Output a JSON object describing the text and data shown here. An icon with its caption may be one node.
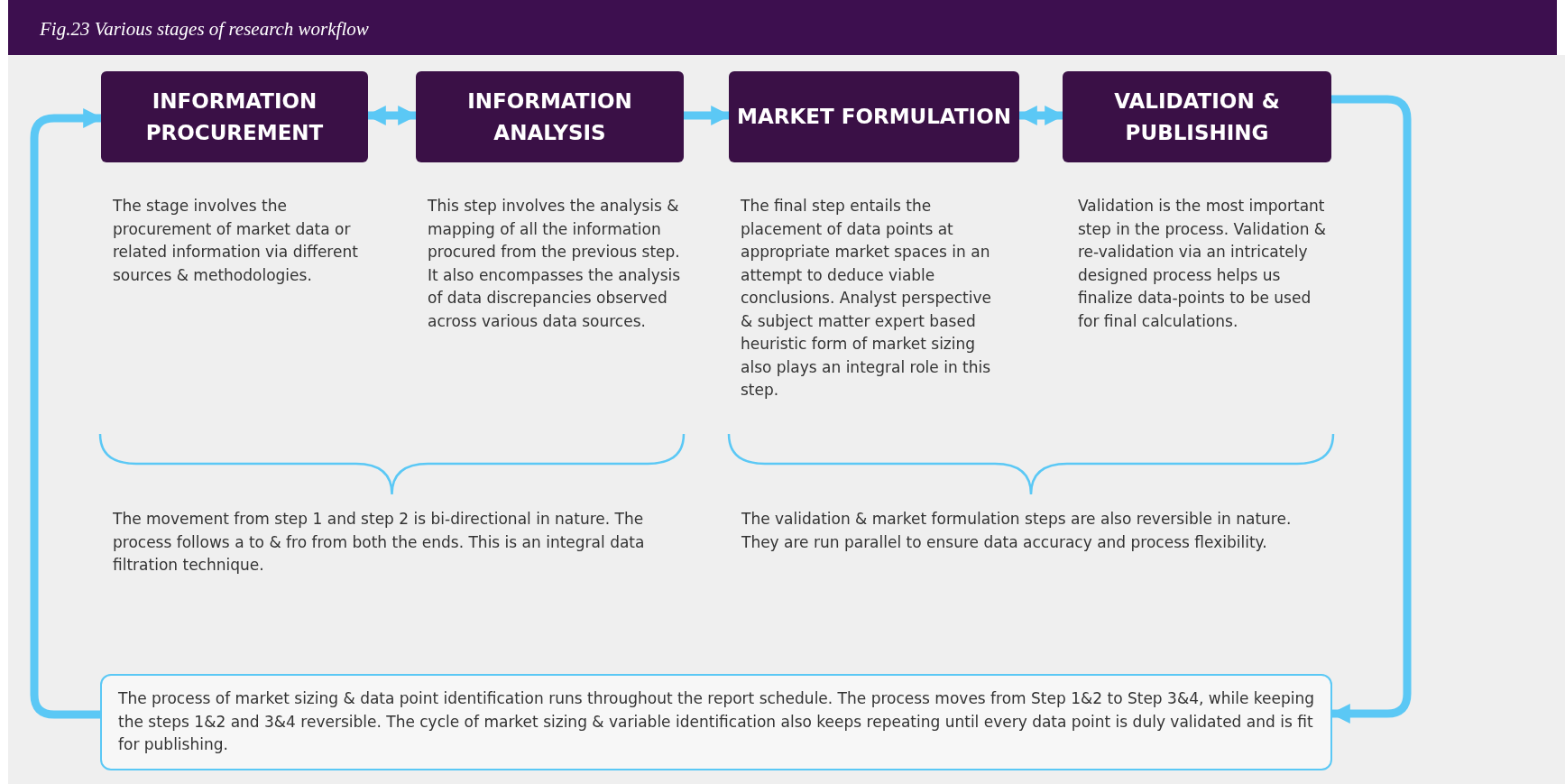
{
  "diagram": {
    "title": "Fig.23  Various stages of research workflow",
    "nodes": [
      {
        "text": [
          "INFORMATION PROCUREMENT"
        ],
        "beside": [
          "The stage involves the procurement of market data or related information via different sources & methodologies."
        ]
      },
      {
        "text": [
          "INFORMATION ANALYSIS"
        ],
        "beside": [
          "This step involves the analysis & mapping of all the information procured from the previous step. It also encompasses the analysis of data discrepancies observed across various data sources."
        ]
      },
      {
        "text": [
          "MARKET FORMULATION"
        ],
        "beside": [
          "The final step entails the placement of data points at appropriate market spaces in an attempt to deduce viable conclusions. Analyst perspective & subject matter expert based heuristic form of market sizing also plays an integral role in this step."
        ]
      },
      {
        "text": [
          "VALIDATION & PUBLISHING"
        ],
        "beside": [
          "Validation is the most important step in the process. Validation & re-validation via an intricately designed process helps us finalize data-points to be used for final calculations."
        ]
      },
      {
        "text": [
          "The process of market sizing & data point identification runs throughout the report schedule. The process moves from Step 1&2 to Step 3&4, while keeping the steps 1&2 and 3&4 reversible. The cycle of market sizing & variable identification also keeps repeating until every data point is duly validated and is fit for publishing."
        ]
      }
    ],
    "edges": [
      {
        "from": 0,
        "to": 1,
        "arrow": "both"
      },
      {
        "from": 1,
        "to": 2,
        "arrow": "to"
      },
      {
        "from": 2,
        "to": 3,
        "arrow": "both"
      },
      {
        "from": 3,
        "to": 4,
        "arrow": "to"
      },
      {
        "from": 4,
        "to": 0,
        "arrow": "to"
      }
    ],
    "labels": [
      "The movement from step 1 and step 2 is bi-directional in nature. The process follows a to & fro from both the ends. This is an integral data filtration technique.",
      "The validation & market formulation steps are also reversible in nature. They are run parallel to ensure data accuracy and process flexibility."
    ]
  }
}
